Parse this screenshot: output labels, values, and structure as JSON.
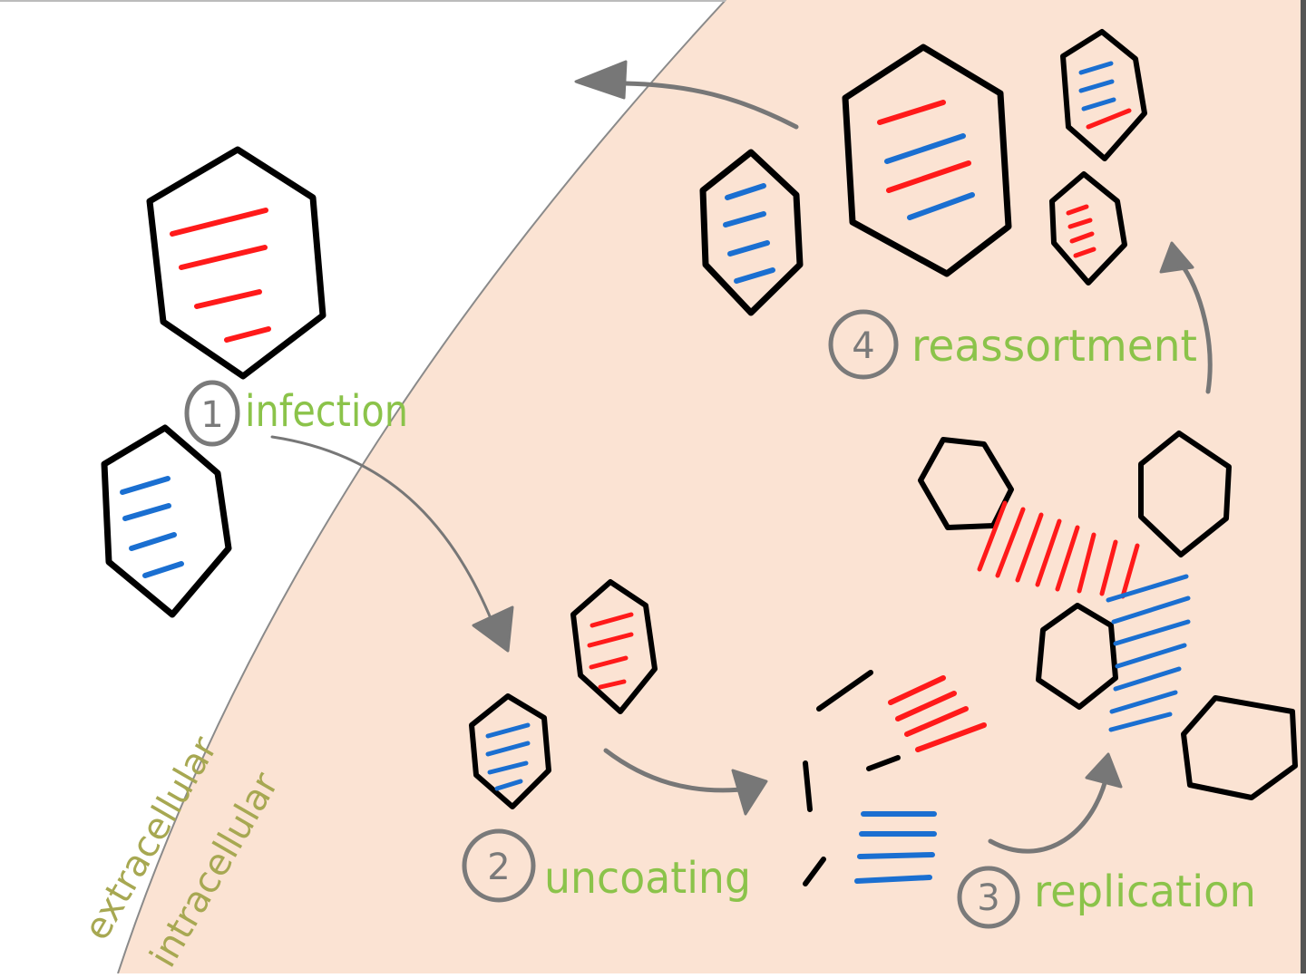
{
  "colors": {
    "background": "#ffffff",
    "intracellular_fill": "#fbe3d3",
    "membrane": "#8a8a8a",
    "outline": "#000000",
    "segment_a": "#ff1a1a",
    "segment_b": "#1a6fd1",
    "arrow": "#777777",
    "step_label": "#8bc34a",
    "zone_label": "#a7a852",
    "circle": "#7a7a7a"
  },
  "zones": {
    "extracellular": "extracellular",
    "intracellular": "intracellular"
  },
  "steps": [
    {
      "number": "1",
      "label": "infection"
    },
    {
      "number": "2",
      "label": "uncoating"
    },
    {
      "number": "3",
      "label": "replication"
    },
    {
      "number": "4",
      "label": "reassortment"
    }
  ]
}
